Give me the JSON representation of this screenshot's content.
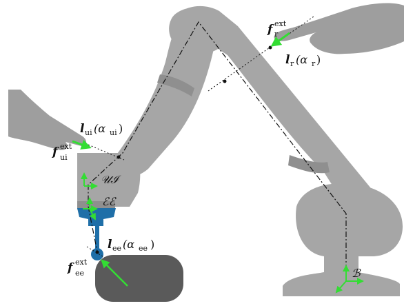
{
  "labels": {
    "f_r_sym": "f",
    "f_r_sup": "ext",
    "f_r_sub": "r",
    "l_r_sym": "l",
    "l_r_sub": "r",
    "l_r_arg": "(α",
    "l_r_argsub": "r",
    "l_r_close": ")",
    "l_ui_sym": "l",
    "l_ui_sub": "ui",
    "l_ui_arg": "(α",
    "l_ui_argsub": "ui",
    "l_ui_close": ")",
    "f_ui_sym": "f",
    "f_ui_sup": "ext",
    "f_ui_sub": "ui",
    "frame_ui": "𝒰ℐ",
    "frame_ee": "ℰℰ",
    "l_ee_sym": "l",
    "l_ee_sub": "ee",
    "l_ee_arg": "(α",
    "l_ee_argsub": "ee",
    "l_ee_close": ")",
    "f_ee_sym": "f",
    "f_ee_sup": "ext",
    "f_ee_sub": "ee",
    "frame_base": "ℬ"
  },
  "colors": {
    "robot": "#a6a6a6",
    "robot_dark": "#8f8f8f",
    "hand": "#9e9e9e",
    "force_arrow": "#33dd33",
    "tool": "#1f6fa8",
    "object": "#5a5a5a",
    "axis_line": "#111111"
  }
}
